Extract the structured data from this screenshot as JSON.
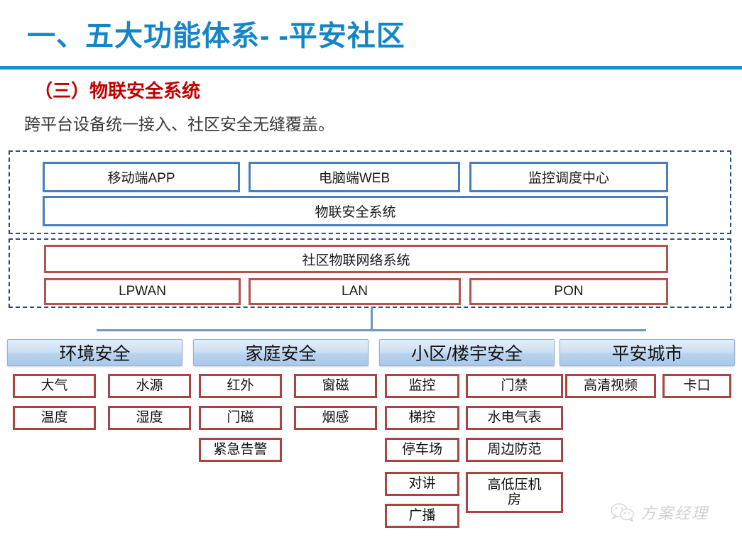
{
  "slide": {
    "title": "一、五大功能体系- -平安社区",
    "section_heading": "（三）物联安全系统",
    "lead_text": "跨平台设备统一接入、社区安全无缝覆盖。",
    "accent_blue": "#1486c8",
    "accent_red": "#c00000",
    "rule_color": "#1e8ecb"
  },
  "architecture": {
    "upper_layer": {
      "top_row": [
        {
          "label": "移动端APP"
        },
        {
          "label": "电脑端WEB"
        },
        {
          "label": "监控调度中心"
        }
      ],
      "platform": {
        "label": "物联安全系统"
      },
      "border_color": "#4a7ebb"
    },
    "lower_layer": {
      "network": {
        "label": "社区物联网络系统"
      },
      "bearers": [
        {
          "label": "LPWAN"
        },
        {
          "label": "LAN"
        },
        {
          "label": "PON"
        }
      ],
      "border_color": "#b5534f"
    }
  },
  "categories": [
    {
      "title": "环境安全",
      "left_items": [
        "大气",
        "温度"
      ],
      "right_items": [
        "水源",
        "湿度"
      ]
    },
    {
      "title": "家庭安全",
      "left_items": [
        "红外",
        "门磁",
        "紧急告警"
      ],
      "right_items": [
        "窗磁",
        "烟感"
      ]
    },
    {
      "title": "小区/楼宇安全",
      "left_items": [
        "监控",
        "梯控",
        "停车场",
        "对讲",
        "广播"
      ],
      "right_items": [
        "门禁",
        "水电气表",
        "周边防范",
        "高低压机房"
      ]
    },
    {
      "title": "平安城市",
      "left_items": [
        "高清视频"
      ],
      "right_items": [
        "卡口"
      ]
    }
  ],
  "watermark": {
    "icon": "wechat-icon",
    "text": "方案经理"
  }
}
